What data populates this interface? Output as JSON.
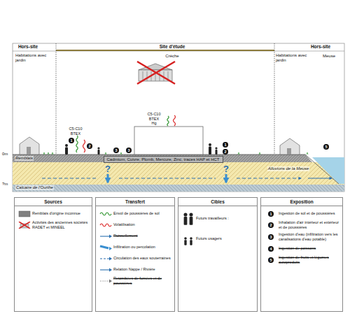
{
  "diagram": {
    "nodes": [
      {
        "text": [
          "Cadmium, Cuivre, Plomb, Mercure, Zinc, traces HAP et HCT"
        ]
      },
      {
        "text": [
          "Sources"
        ]
      },
      {
        "text": [
          "Transfert"
        ]
      },
      {
        "text": [
          "Cibles"
        ]
      },
      {
        "text": [
          "Exposition"
        ]
      }
    ],
    "labels": [
      "Hors-site",
      "Site d'étude",
      "Hors-site",
      "Habitations avec jardin",
      "Crèche",
      "Habitations avec jardin",
      "Meuse",
      "0m",
      "?m",
      "Remblais",
      "C5-C10 BTEX",
      "C5-C10 BTEX Hg",
      "?",
      "?",
      "Alluvions de la Meuse",
      "Calcaire de l'Ourthe",
      "1",
      "2",
      "3",
      "3",
      "1",
      "2",
      "5",
      "1",
      "2",
      "3",
      "4",
      "5"
    ],
    "legend": [
      {
        "text": "Remblais d'origine inconnue",
        "color": "#808080"
      },
      {
        "text": "Activités des anciennes sociétés RADET et MINEEL"
      },
      {
        "text": "Envol de poussières de sol"
      },
      {
        "text": "Volatilisation"
      },
      {
        "text": "Ruissellement"
      },
      {
        "text": "Infiltration ou percolation"
      },
      {
        "text": "Circulation des eaux souterraines"
      },
      {
        "text": "Relation Nappe / Rivière"
      },
      {
        "text": "Retombées de fumées et de poussières"
      },
      {
        "text": "Futurs travailleurs :"
      },
      {
        "text": "Futurs usagers"
      },
      {
        "text": "Ingestion de sol et de poussières"
      },
      {
        "text": "Inhalation d'air intérieur et extérieur et de poussières"
      },
      {
        "text": "Ingestion d'eau (infiltration vers les canalisations d'eau potable)"
      },
      {
        "text": "Ingestion de poissons"
      },
      {
        "text": "Ingestion de fruits et légumes autoproduits"
      }
    ]
  }
}
